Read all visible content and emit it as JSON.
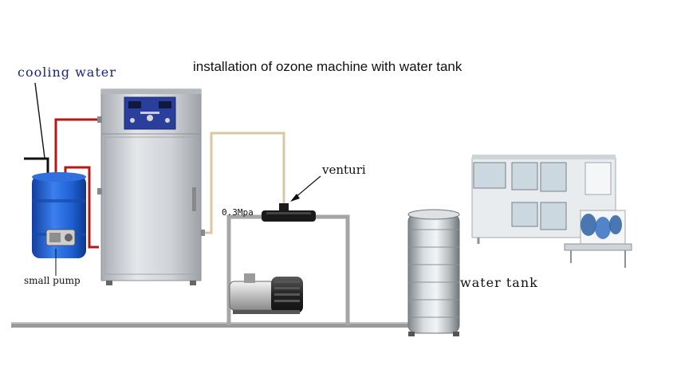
{
  "diagram": {
    "title": "installation of ozone machine with water tank",
    "labels": {
      "cooling_water": "cooling water",
      "small_pump": "small pump",
      "venturi": "venturi",
      "pressure": "0.3Mpa",
      "water_tank": "water tank"
    },
    "colors": {
      "pipe_gray": "#9a9a9a",
      "pipe_red": "#b11a1a",
      "pipe_tan": "#d8c8a2",
      "barrel_blue": "#1d5fd0",
      "steel": "#c9cdd2",
      "panel_blue": "#2a3f9c"
    }
  }
}
